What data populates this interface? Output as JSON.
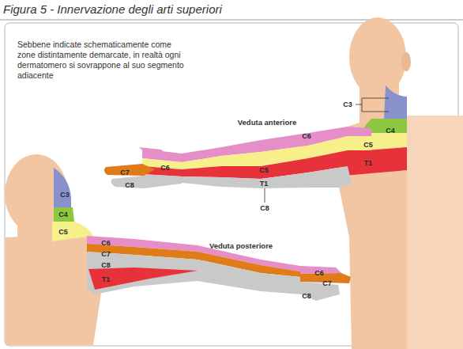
{
  "diagram": {
    "title": "Figura 5 - Innervazione degli arti superiori",
    "labels": [
      "Sebbene indicate schematicamente come zone distintamente demarcate, in realtà ogni dermatomero si sovrappone al suo segmento adiacente",
      "Veduta anteriore",
      "C3",
      "C4",
      "C6",
      "C5",
      "T1",
      "C5",
      "T1",
      "C8",
      "C6",
      "C7",
      "C8",
      "Veduta posteriore",
      "C3",
      "C4",
      "C5",
      "C6",
      "C7",
      "C8",
      "T1",
      "C6",
      "C7",
      "C8"
    ]
  }
}
